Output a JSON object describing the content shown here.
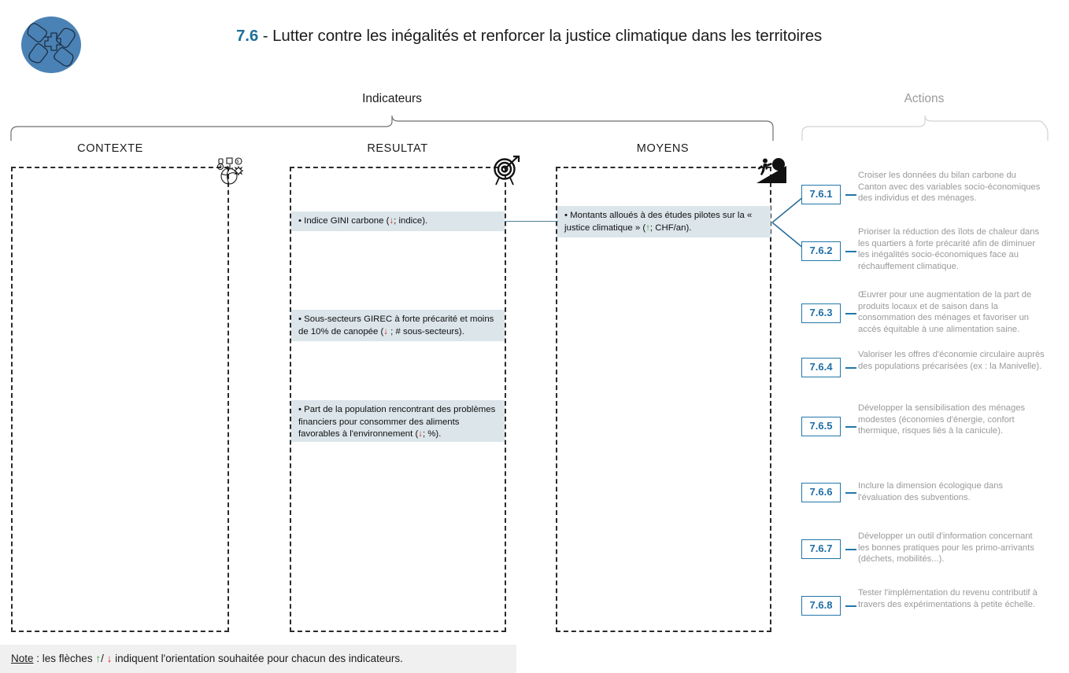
{
  "header": {
    "icon_name": "hands-puzzle-circle-icon",
    "number": "7.6",
    "separator": " - ",
    "title": "Lutter contre les inégalités et renforcer la justice climatique dans les territoires"
  },
  "groups": {
    "indicateurs_label": "Indicateurs",
    "actions_label": "Actions"
  },
  "columns": [
    {
      "key": "contexte",
      "title": "CONTEXTE",
      "icon": "globe-context-icon"
    },
    {
      "key": "resultat",
      "title": "RESULTAT",
      "icon": "target-arrow-icon"
    },
    {
      "key": "moyens",
      "title": "MOYENS",
      "icon": "person-pushing-boulder-icon"
    }
  ],
  "indicators": {
    "contexte": [],
    "resultat": [
      {
        "bullet": "•",
        "text_before": " Indice GINI carbone (",
        "arrow": "↓",
        "arrow_dir": "down",
        "text_after": "; indice)."
      },
      {
        "bullet": "•",
        "text_before": " Sous-secteurs GIREC à forte précarité et moins de 10% de canopée (",
        "arrow": "↓",
        "arrow_dir": "down",
        "text_after": " ; # sous-secteurs)."
      },
      {
        "bullet": "•",
        "text_before": " Part de la population rencontrant des problèmes financiers pour consommer des aliments favorables à l'environnement (",
        "arrow": "↓",
        "arrow_dir": "down",
        "text_after": "; %)."
      }
    ],
    "moyens": [
      {
        "bullet": "•",
        "text_before": " Montants alloués à des études pilotes sur la « justice climatique » (",
        "arrow": "↑",
        "arrow_dir": "up",
        "text_after": "; CHF/an)."
      }
    ]
  },
  "actions": [
    {
      "code": "7.6.1",
      "text": "Croiser les données du bilan carbone du Canton avec des variables socio-économiques des individus et des ménages."
    },
    {
      "code": "7.6.2",
      "text": "Prioriser la réduction des îlots de chaleur dans les quartiers à forte précarité afin de diminuer les inégalités socio-économiques face au réchauffement climatique."
    },
    {
      "code": "7.6.3",
      "text": "Œuvrer pour une augmentation de la part de produits locaux et de saison dans la consommation des ménages et favoriser un accès équitable à une alimentation saine."
    },
    {
      "code": "7.6.4",
      "text": "Valoriser les offres d'économie circulaire auprès des populations précarisées (ex : la Manivelle)."
    },
    {
      "code": "7.6.5",
      "text": "Développer la sensibilisation des ménages modestes (économies d'énergie, confort thermique, risques liés à la canicule)."
    },
    {
      "code": "7.6.6",
      "text": "Inclure la dimension écologique dans l'évaluation des subventions."
    },
    {
      "code": "7.6.7",
      "text": "Développer un outil d'information concernant les bonnes pratiques pour les primo-arrivants (déchets, mobilités...)."
    },
    {
      "code": "7.6.8",
      "text": "Tester l'implémentation du revenu contributif à travers des expérimentations à petite échelle."
    }
  ],
  "footer": {
    "note_label": "Note",
    "note_part1": " : les flèches ",
    "arrow_up": "↑",
    "note_slash": "/ ",
    "arrow_down": "↓",
    "note_part2": " indiquent l'orientation souhaitée pour chacun des indicateurs."
  },
  "colors": {
    "accent_blue": "#1f7099",
    "card_bg": "#dbe5ea",
    "action_border": "#2277aa",
    "action_text": "#9a9a9a",
    "arrow_down_red": "#e01b1b",
    "arrow_up_green": "#38a03a",
    "icon_circle_blue": "#4a82b5"
  }
}
